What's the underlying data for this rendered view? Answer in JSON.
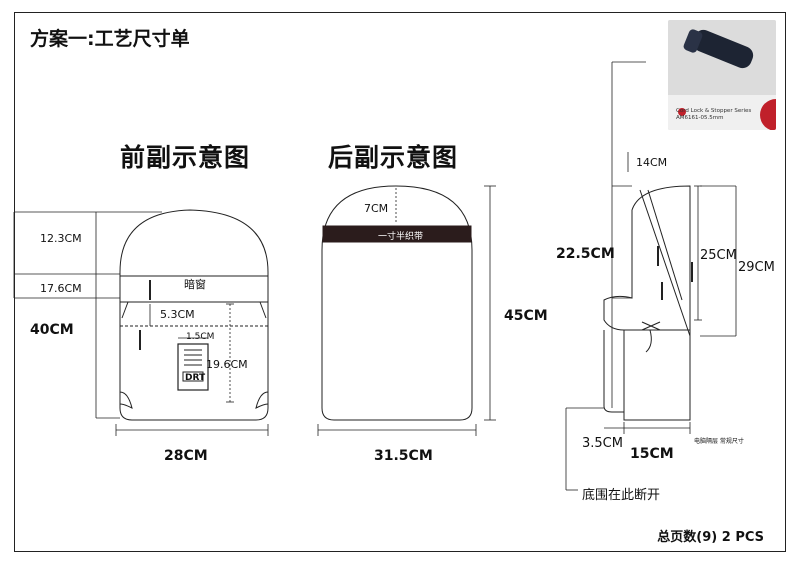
{
  "title": "方案一:工艺尺寸单",
  "front_title": "前副示意图",
  "back_title": "后副示意图",
  "footer": "总页数(9)   2 PCS",
  "photo_caption_line1": "Cord Lock & Stopper Series",
  "photo_caption_line2": "AM6161-05.5mm",
  "front": {
    "d_12_3": "12.3CM",
    "d_17_6": "17.6CM",
    "d_40": "40CM",
    "d_28": "28CM",
    "d_5_3": "5.3CM",
    "d_1_5": "1.5CM",
    "d_19_6": "19.6CM",
    "hidden_window": "暗窗",
    "label_brand": "DRT"
  },
  "back": {
    "d_7": "7CM",
    "d_45": "45CM",
    "d_31_5": "31.5CM",
    "strap_label": "一寸半织带"
  },
  "side": {
    "d_14": "14CM",
    "d_22_5": "22.5CM",
    "d_25": "25CM",
    "d_29": "29CM",
    "d_3_5": "3.5CM",
    "d_15": "15CM",
    "note_small": "电脑隔层 常规尺寸",
    "bottom_note": "底围在此断开"
  }
}
